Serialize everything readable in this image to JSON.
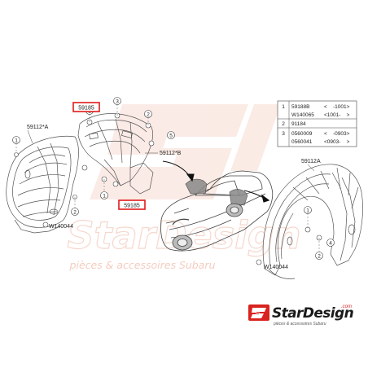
{
  "watermark": {
    "brand": "StarDesign",
    "tagline": "pièces & accessoires Subaru",
    "brand_color": "#f2bfae"
  },
  "logo": {
    "brand": "StarDesign",
    "com": ".com",
    "tagline": "pièces & accessoires Subaru",
    "accent": "#d9231f",
    "dark": "#1a1a1a"
  },
  "callouts": {
    "part_left": "59112*A",
    "part_center": "59112*B",
    "part_right": "59112A",
    "hi_top": "59185",
    "hi_mid": "59185",
    "clip_left": "W140044",
    "clip_right": "W140044",
    "small_1": "1",
    "small_2": "2",
    "small_3": "3",
    "small_4": "4",
    "small_5": "5"
  },
  "highlight_color": "#e01b1b",
  "legend": {
    "rows": [
      {
        "num": "1",
        "part": "59188B",
        "range": "<    -1001>"
      },
      {
        "num": "",
        "part": "W140065",
        "range": "<1001-    >"
      },
      {
        "num": "2",
        "part": "91184",
        "range": ""
      },
      {
        "num": "3",
        "part": "0560009",
        "range": "<    -0903>"
      },
      {
        "num": "",
        "part": "0560041",
        "range": "<0903-    >"
      }
    ]
  }
}
